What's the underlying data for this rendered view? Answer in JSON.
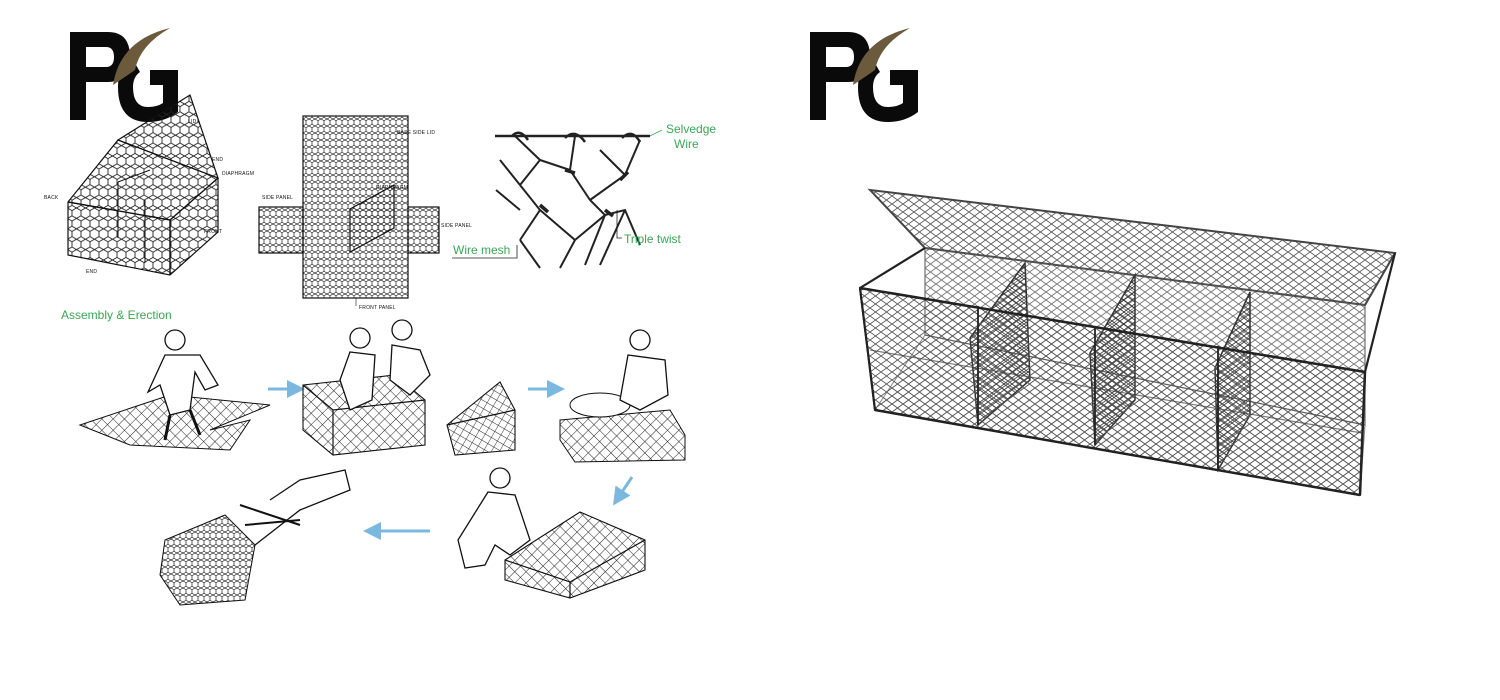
{
  "logo": {
    "text": "PG",
    "black": "#0a0a0a",
    "brown": "#6b5a3c"
  },
  "colors": {
    "mesh": "#222222",
    "label_green": "#3aa655",
    "arrow_blue": "#7ab8e0",
    "box_grey": "#555555"
  },
  "gabion_box": {
    "labels": {
      "lid": "LID",
      "end_top": "END",
      "diaphragm": "DIAPHRAGM",
      "back": "BACK",
      "front": "FRONT",
      "end_bottom": "END"
    }
  },
  "unfolded": {
    "labels": {
      "base_side_lid": "BASE SIDE LID",
      "diaphragm": "DIAPHRAGM",
      "side_panel_left": "SIDE PANEL",
      "side_panel_right": "SIDE PANEL",
      "front_panel": "FRONT PANEL"
    }
  },
  "twist_detail": {
    "selvedge": "Selvedge",
    "selvedge_wire": "Wire",
    "wire_mesh": "Wire mesh",
    "triple_twist": "Triple twist"
  },
  "assembly": {
    "title": "Assembly & Erection"
  }
}
